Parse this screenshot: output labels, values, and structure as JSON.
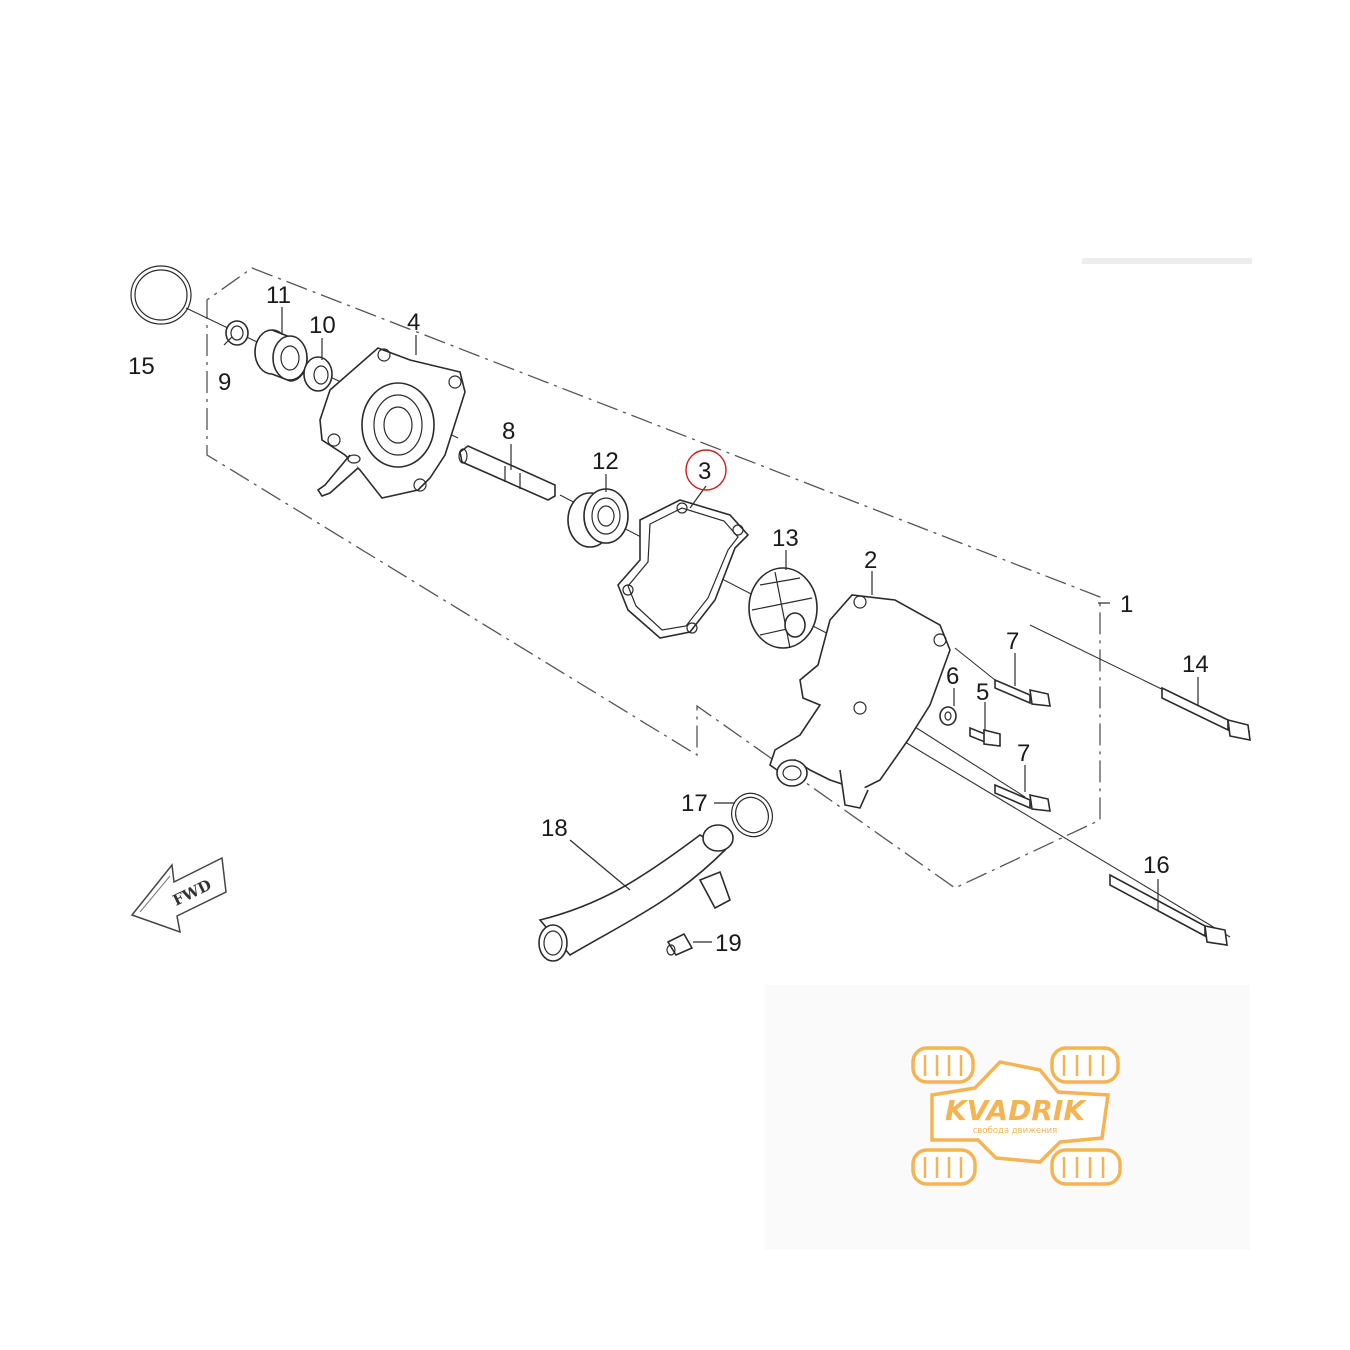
{
  "diagram": {
    "callouts": [
      {
        "id": "1",
        "label": "1"
      },
      {
        "id": "2",
        "label": "2"
      },
      {
        "id": "3",
        "label": "3",
        "highlighted": true
      },
      {
        "id": "4",
        "label": "4"
      },
      {
        "id": "5",
        "label": "5"
      },
      {
        "id": "6",
        "label": "6"
      },
      {
        "id": "7a",
        "label": "7"
      },
      {
        "id": "7b",
        "label": "7"
      },
      {
        "id": "8",
        "label": "8"
      },
      {
        "id": "9",
        "label": "9"
      },
      {
        "id": "10",
        "label": "10"
      },
      {
        "id": "11",
        "label": "11"
      },
      {
        "id": "12",
        "label": "12"
      },
      {
        "id": "13",
        "label": "13"
      },
      {
        "id": "14",
        "label": "14"
      },
      {
        "id": "15",
        "label": "15"
      },
      {
        "id": "16",
        "label": "16"
      },
      {
        "id": "17",
        "label": "17"
      },
      {
        "id": "18",
        "label": "18"
      },
      {
        "id": "19",
        "label": "19"
      }
    ],
    "fwd_arrow": "FWD",
    "highlight_color": "#cc2020"
  },
  "watermark": {
    "brand": "KVADRIK",
    "tagline": "свобода движения",
    "color": "#f5b453"
  }
}
